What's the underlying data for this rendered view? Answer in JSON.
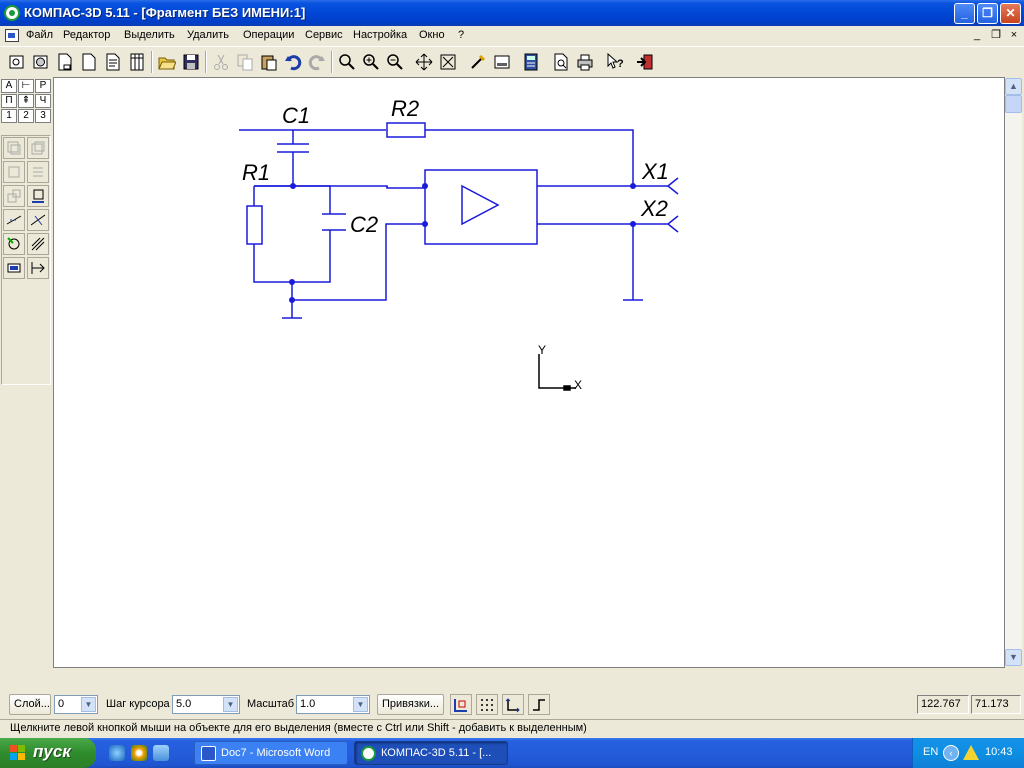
{
  "window": {
    "title": "КОМПАС-3D 5.11 - [Фрагмент БЕЗ ИМЕНИ:1]",
    "minimize": "_",
    "restore": "❐",
    "close": "✕"
  },
  "menu": {
    "items": [
      "Файл",
      "Редактор",
      "Выделить",
      "Удалить",
      "Операции",
      "Сервис",
      "Настройка",
      "Окно",
      "?"
    ],
    "mdi_minimize": "_",
    "mdi_restore": "❐",
    "mdi_close": "×"
  },
  "toolbar": {
    "icons": [
      "new-assembly-icon",
      "new-part-icon",
      "new-drawing-icon",
      "new-fragment-icon",
      "new-text-doc-icon",
      "new-spec-icon",
      "open-icon",
      "save-icon",
      "cut-icon",
      "copy-icon",
      "paste-icon",
      "undo-icon",
      "redo-icon",
      "zoom-icon",
      "zoom-in-icon",
      "zoom-out-icon",
      "pan-icon",
      "zoom-fit-icon",
      "refresh-icon",
      "show-all-icon",
      "calculator-icon",
      "print-preview-icon",
      "print-icon",
      "context-help-icon",
      "exit-icon"
    ]
  },
  "left_panel": {
    "page_tabs": [
      "1",
      "2",
      "3"
    ]
  },
  "drawing": {
    "labels": {
      "c1": "C1",
      "c2": "C2",
      "r1": "R1",
      "r2": "R2",
      "x1": "X1",
      "x2": "X2"
    },
    "axis_y": "Y",
    "axis_x": "X"
  },
  "properties_bar": {
    "layer_button": "Слой...",
    "layer_value": "0",
    "cursor_step_label": "Шаг курсора",
    "cursor_step_value": "5.0",
    "scale_label": "Масштаб",
    "scale_value": "1.0",
    "snaps_button": "Привязки...",
    "coord_x": "122.767",
    "coord_y": "71.173"
  },
  "status": {
    "message": "Щелкните левой кнопкой мыши на объекте для его выделения (вместе с Ctrl или Shift - добавить к выделенным)"
  },
  "taskbar": {
    "start": "пуск",
    "tasks": [
      "Doc7 - Microsoft Word",
      "КОМПАС-3D 5.11 - [..."
    ],
    "language": "EN",
    "clock": "10:43"
  }
}
